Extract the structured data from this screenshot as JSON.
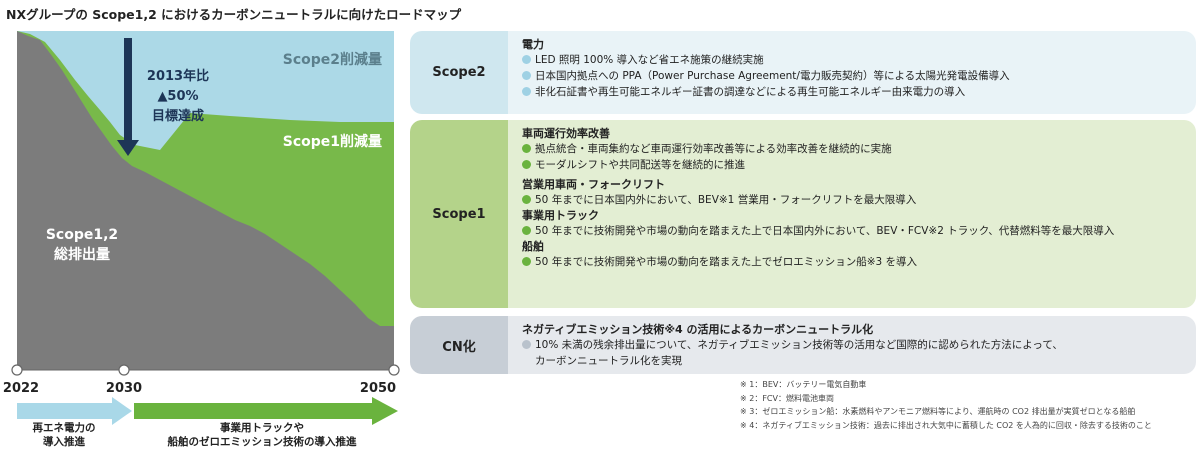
{
  "title": "NXグループの Scope1,2 におけるカーボンニュートラルに向けたロードマップ",
  "chart": {
    "scope2_label": "Scope2削減量",
    "scope1_label": "Scope1削減量",
    "total_label_line1": "Scope1,2",
    "total_label_line2": "総排出量",
    "target_line1": "2013年比",
    "target_line2": "▲50%",
    "target_line3": "目標達成",
    "years": [
      "2022",
      "2030",
      "2050"
    ],
    "arrow1_line1": "再エネ電力の",
    "arrow1_line2": "導入推進",
    "arrow2_line1": "事業用トラックや",
    "arrow2_line2": "船舶のゼロエミッション技術の導入推進",
    "colors": {
      "scope2": "#acd9e7",
      "scope1": "#78b94a",
      "total": "#7c7c7c",
      "arrow_dark": "#1d3557",
      "arrow1": "#a9d8e8",
      "arrow2": "#6ab33e"
    }
  },
  "rows": {
    "scope2": {
      "label": "Scope2",
      "heading": "電力",
      "items": [
        "LED 照明 100% 導入など省エネ施策の継続実施",
        "日本国内拠点への PPA（Power Purchase Agreement/電力販売契約）等による太陽光発電設備導入",
        "非化石証書や再生可能エネルギー証書の調達などによる再生可能エネルギー由来電力の導入"
      ]
    },
    "scope1": {
      "label": "Scope1",
      "groups": [
        {
          "heading": "車両運行効率改善",
          "items": [
            "拠点統合・車両集約など車両運行効率改善等による効率改善を継続的に実施",
            "モーダルシフトや共同配送等を継続的に推進"
          ]
        },
        {
          "heading": "営業用車両・フォークリフト",
          "items": [
            "50 年までに日本国内外において、BEV※1 営業用・フォークリフトを最大限導入"
          ]
        },
        {
          "heading": "事業用トラック",
          "items": [
            "50 年までに技術開発や市場の動向を踏まえた上で日本国内外において、BEV・FCV※2 トラック、代替燃料等を最大限導入"
          ]
        },
        {
          "heading": "船舶",
          "items": [
            "50 年までに技術開発や市場の動向を踏まえた上でゼロエミッション船※3 を導入"
          ]
        }
      ]
    },
    "cn": {
      "label": "CN化",
      "heading": "ネガティブエミッション技術※4 の活用によるカーボンニュートラル化",
      "item_line1": "10% 未満の残余排出量について、ネガティブエミッション技術等の活用など国際的に認められた方法によって、",
      "item_line2": "カーボンニュートラル化を実現"
    }
  },
  "footnotes": [
    "※ 1：BEV：バッテリー電気自動車",
    "※ 2：FCV：燃料電池車両",
    "※ 3：ゼロエミッション船：水素燃料やアンモニア燃料等により、運航時の CO2 排出量が実質ゼロとなる船舶",
    "※ 4：ネガティブエミッション技術：過去に排出され大気中に蓄積した CO2 を人為的に回収・除去する技術のこと"
  ]
}
